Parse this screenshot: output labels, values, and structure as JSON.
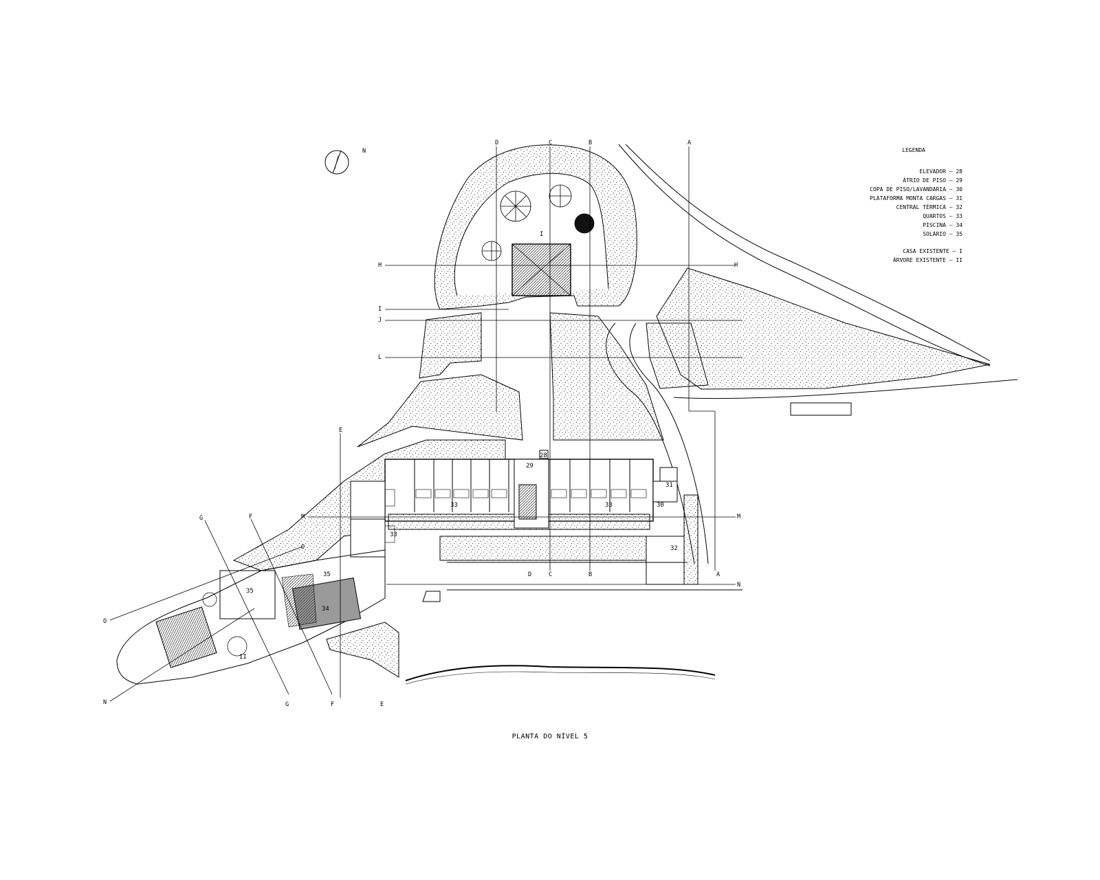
{
  "north": {
    "label": "N"
  },
  "legend": {
    "title": "LEGENDA",
    "items": [
      {
        "name": "ELEVADOR",
        "code": "28"
      },
      {
        "name": "ÁTRIO DE PISO",
        "code": "29"
      },
      {
        "name": "COPA DE PISO/LAVANDARIA",
        "code": "30"
      },
      {
        "name": "PLATAFORMA MONTA CARGAS",
        "code": "31"
      },
      {
        "name": "CENTRAL TÉRMICA",
        "code": "32"
      },
      {
        "name": "QUARTOS",
        "code": "33"
      },
      {
        "name": "PISCINA",
        "code": "34"
      },
      {
        "name": "SOLÁRIO",
        "code": "35"
      }
    ],
    "existing": [
      {
        "name": "CASA EXISTENTE",
        "code": "I"
      },
      {
        "name": "ÁRVORE EXISTENTE",
        "code": "II"
      }
    ]
  },
  "sections": {
    "a_top": "A",
    "b_top": "B",
    "c_top": "C",
    "d_top": "D",
    "a_bot": "A",
    "b_bot": "B",
    "c_bot": "C",
    "d_bot": "D",
    "h_left": "H",
    "h_right": "H",
    "i_left": "I",
    "j_left": "J",
    "l_left": "L",
    "m_left": "M",
    "m_right": "M",
    "n_right": "N",
    "n_left": "N",
    "e_top": "E",
    "e_bot": "E",
    "f_top": "F",
    "f_bot": "F",
    "g_top": "G",
    "g_bot": "G",
    "o_left": "O",
    "o_mid": "O"
  },
  "rooms": {
    "r28": "28",
    "r29": "29",
    "r30": "30",
    "r31": "31",
    "r32": "32",
    "r33a": "33",
    "r33b": "33",
    "r33c": "33",
    "r34": "34",
    "r35a": "35",
    "r35b": "35",
    "existing_house": "I",
    "existing_tree": "II"
  },
  "caption": "PLANTA DO NÍVEL 5"
}
